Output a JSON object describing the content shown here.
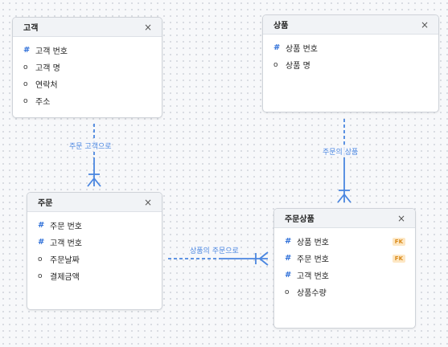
{
  "entities": {
    "customer": {
      "title": "고객",
      "close": "×",
      "attributes": [
        {
          "key": "pk",
          "marker": "#",
          "name": "고객 번호"
        },
        {
          "key": "plain",
          "marker": "o",
          "name": "고객 명"
        },
        {
          "key": "plain",
          "marker": "o",
          "name": "연락처"
        },
        {
          "key": "plain",
          "marker": "o",
          "name": "주소"
        }
      ]
    },
    "product": {
      "title": "상품",
      "close": "×",
      "attributes": [
        {
          "key": "pk",
          "marker": "#",
          "name": "상품 번호"
        },
        {
          "key": "plain",
          "marker": "o",
          "name": "상품 명"
        }
      ]
    },
    "order": {
      "title": "주문",
      "close": "×",
      "attributes": [
        {
          "key": "pk",
          "marker": "#",
          "name": "주문 번호"
        },
        {
          "key": "pk",
          "marker": "#",
          "name": "고객 번호"
        },
        {
          "key": "plain",
          "marker": "o",
          "name": "주문날짜"
        },
        {
          "key": "plain",
          "marker": "o",
          "name": "결제금액"
        }
      ]
    },
    "order_product": {
      "title": "주문상품",
      "close": "×",
      "attributes": [
        {
          "key": "pk",
          "marker": "#",
          "name": "상품 번호",
          "badge": "FK"
        },
        {
          "key": "pk",
          "marker": "#",
          "name": "주문 번호",
          "badge": "FK"
        },
        {
          "key": "pk",
          "marker": "#",
          "name": "고객 번호"
        },
        {
          "key": "plain",
          "marker": "o",
          "name": "상품수량"
        }
      ]
    }
  },
  "relationships": {
    "customer_order": {
      "label": "주문 고객으로"
    },
    "product_orderproduct": {
      "label": "주문의 상품"
    },
    "order_orderproduct": {
      "label": "상품의 주문으로"
    }
  },
  "colors": {
    "link": "#4a86e0",
    "pk_marker": "#2e6fd8",
    "fk_badge_bg": "#fde7c4",
    "fk_badge_text": "#d98a1a"
  }
}
